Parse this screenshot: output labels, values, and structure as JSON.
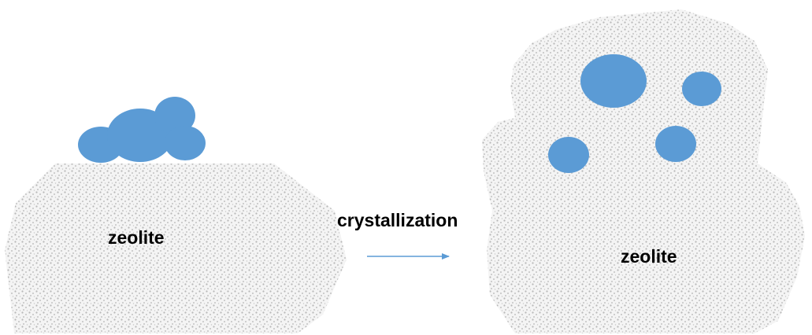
{
  "labels": {
    "left_block": "zeolite",
    "right_block": "zeolite",
    "process": "crystallization"
  },
  "colors": {
    "zeolite_texture": "#b8b8b8",
    "zeolite_fill": "#f4f4f4",
    "crystal": "#5b9bd5",
    "arrow": "#5b9bd5",
    "text": "#000000"
  }
}
